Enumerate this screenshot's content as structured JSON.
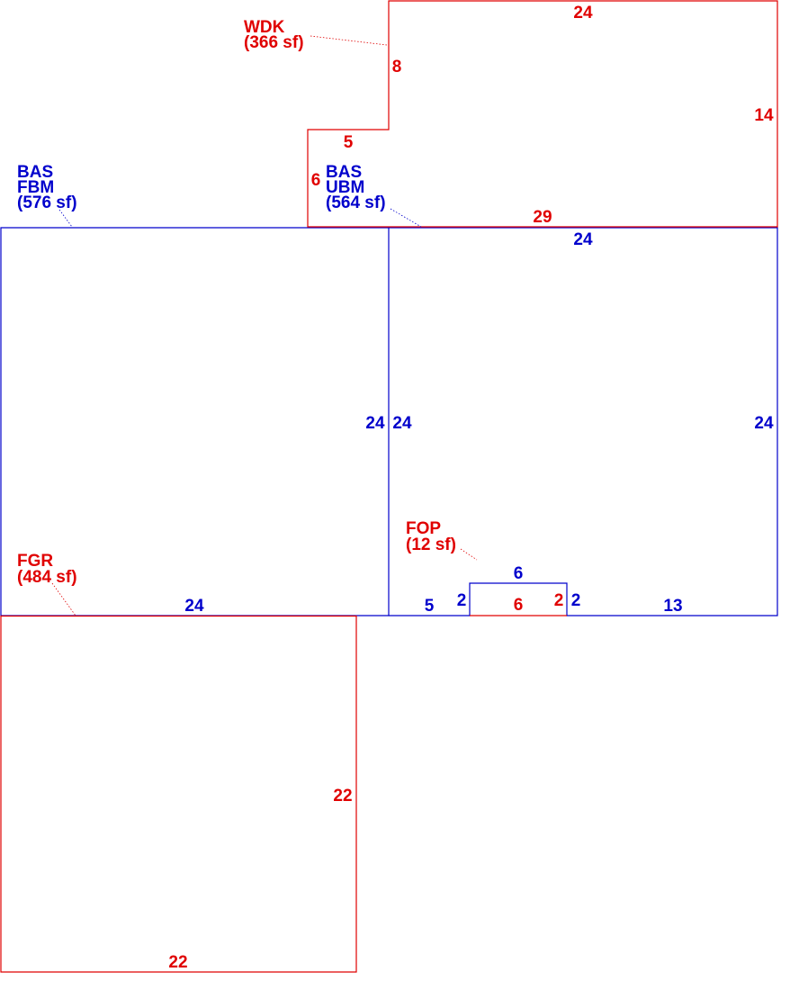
{
  "colors": {
    "red": "#e00000",
    "blue": "#0000cc"
  },
  "areas": {
    "wdk": {
      "code": "WDK",
      "area": "(366 sf)"
    },
    "bas_ubm": {
      "code1": "BAS",
      "code2": "UBM",
      "area": "(564 sf)"
    },
    "bas_fbm": {
      "code1": "BAS",
      "code2": "FBM",
      "area": "(576 sf)"
    },
    "fop": {
      "code": "FOP",
      "area": "(12 sf)"
    },
    "fgr": {
      "code": "FGR",
      "area": "(484 sf)"
    }
  },
  "dimensions": {
    "wdk_top": "24",
    "wdk_left_upper": "8",
    "wdk_right": "14",
    "wdk_step": "5",
    "wdk_left_lower": "6",
    "wdk_bottom": "29",
    "ubm_top": "24",
    "fbm_right": "24",
    "ubm_left": "24",
    "ubm_right": "24",
    "fop_top": "6",
    "fop_bottom": "6",
    "fop_left": "2",
    "fop_right_red": "2",
    "fop_right": "2",
    "ubm_bottom_left": "5",
    "ubm_bottom_right": "13",
    "fbm_bottom": "24",
    "fgr_right": "22",
    "fgr_bottom": "22"
  }
}
